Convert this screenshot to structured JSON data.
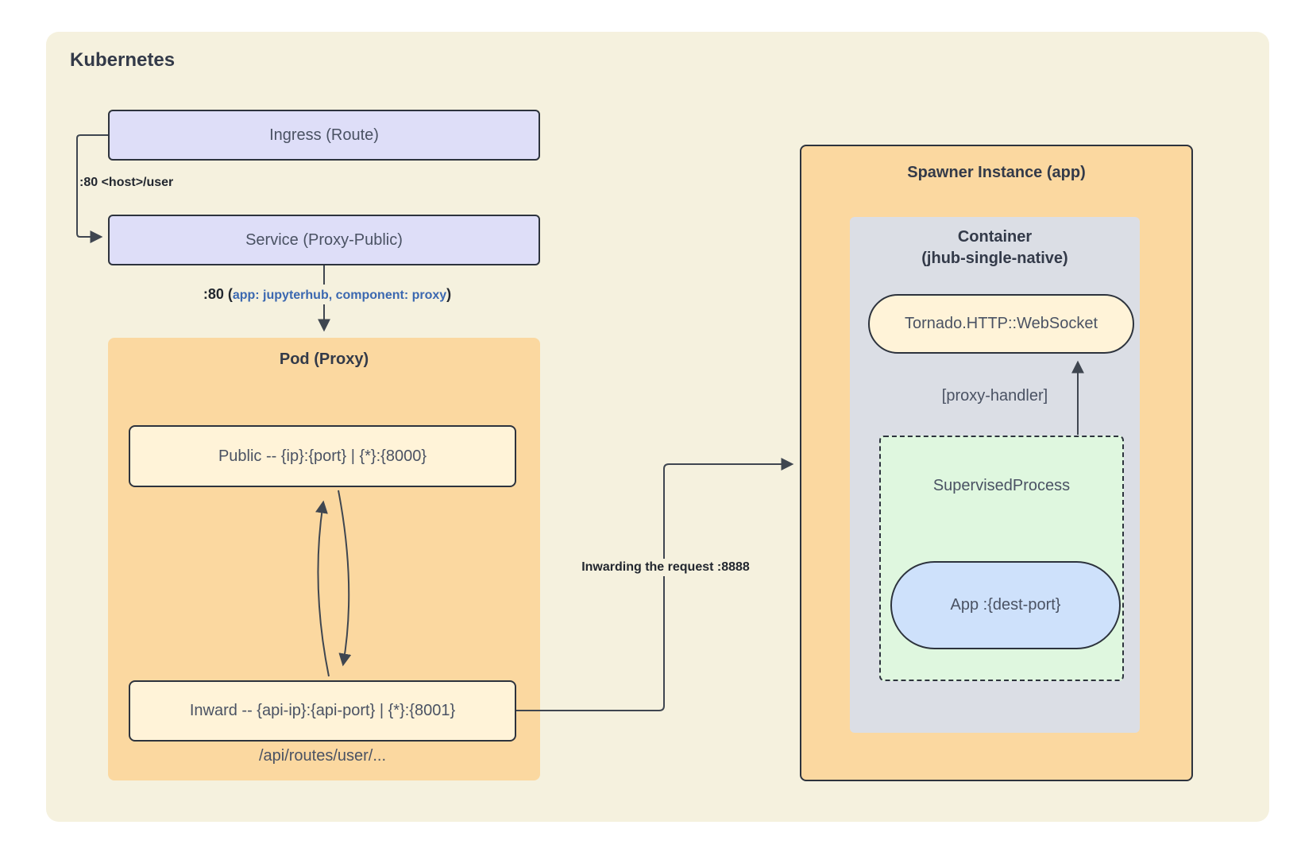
{
  "colors": {
    "page-bg": "#ffffff",
    "beige": "#F5F1DE",
    "lavender": "#DEDEF8",
    "orange": "#FBD8A0",
    "cream": "#FFF3D8",
    "gray": "#DBDEE5",
    "green": "#DFF7DF",
    "blue": "#CEE1FB",
    "border": "#2D333D",
    "arrow": "#3F4650",
    "text": "#4A5263",
    "title": "#333A49",
    "label": "#22272F",
    "blue-label": "#3B68B0"
  },
  "kubernetes": {
    "title": "Kubernetes",
    "ingress": {
      "label": "Ingress (Route)"
    },
    "service": {
      "label": "Service (Proxy-Public)"
    },
    "pod": {
      "title": "Pod (Proxy)",
      "public": {
        "label": "Public -- {ip}:{port} | {*}:{8000}"
      },
      "inward": {
        "label": "Inward -- {api-ip}:{api-port} | {*}:{8001}"
      },
      "routes_note": "/api/routes/user/..."
    }
  },
  "edge_labels": {
    "ingress_to_service": ":80 <host>/user",
    "service_to_pod_prefix": ":80 (",
    "service_to_pod_selector": "app: jupyterhub, component: proxy",
    "service_to_pod_suffix": ")",
    "inward_to_spawner": "Inwarding the request :8888",
    "proxy_handler": "[proxy-handler]"
  },
  "spawner": {
    "title": "Spawner Instance (app)",
    "container": {
      "title_line1": "Container",
      "title_line2": "(jhub-single-native)",
      "tornado": {
        "label": "Tornado.HTTP::WebSocket"
      },
      "supervised": {
        "title": "SupervisedProcess",
        "app": {
          "label": "App :{dest-port}"
        }
      }
    }
  }
}
